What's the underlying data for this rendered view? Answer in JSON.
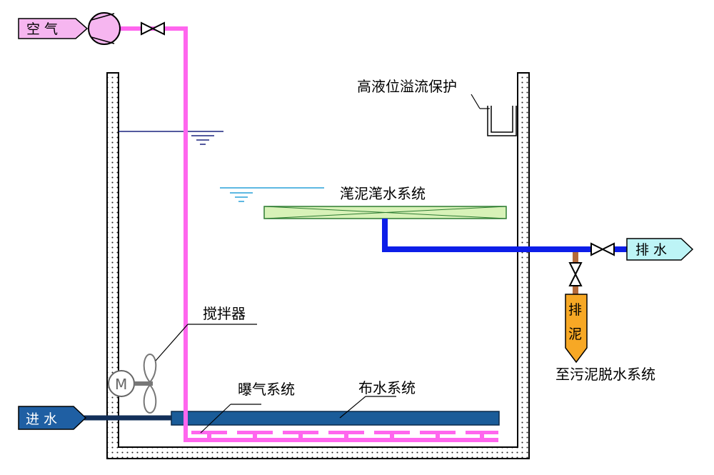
{
  "labels": {
    "air": "空 气",
    "overflow": "高液位溢流保护",
    "decanter": "滗泥滗水系统",
    "drain": "排 水",
    "sludge_1": "排",
    "sludge_2": "泥",
    "sludge_dest": "至污泥脱水系统",
    "mixer": "搅拌器",
    "motor": "M",
    "aeration": "曝气系统",
    "distribution": "布水系统",
    "inlet": "进 水"
  },
  "icons": {
    "blower": "blower-icon",
    "valve": "valve-icon",
    "motor": "motor-icon",
    "propeller": "propeller-icon",
    "water_level": "water-level-icon"
  },
  "colors": {
    "air_pipe": "#ff66ee",
    "air_tag": "#f6b6f0",
    "drain_pipe": "#0d1ee8",
    "drain_tag": "#bdf4f6",
    "sludge_pipe": "#b56a3a",
    "sludge_tag": "#f7a825",
    "inlet_pipe": "#13305a",
    "inlet_tag": "#1f5fa3",
    "distributor": "#1a5c99",
    "decanter_fill": "#d8f2b8",
    "decanter_border": "#2e7d32",
    "water_line_high": "#1a237e",
    "water_line_low": "#29a0d8"
  }
}
